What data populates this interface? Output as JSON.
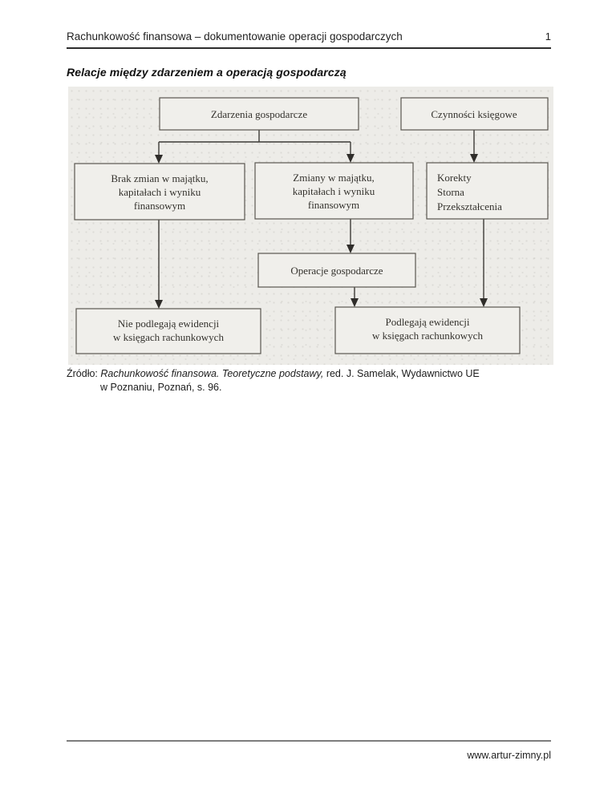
{
  "header": {
    "title": "Rachunkowość finansowa – dokumentowanie operacji gospodarczych",
    "page_number": "1"
  },
  "section_title": "Relacje między zdarzeniem a operacją gospodarczą",
  "diagram": {
    "nodes": {
      "zdarzenia": {
        "label": "Zdarzenia gospodarcze"
      },
      "czynnosci": {
        "label": "Czynności księgowe"
      },
      "brak": {
        "lines": [
          "Brak zmian w majątku,",
          "kapitałach i wyniku",
          "finansowym"
        ]
      },
      "zmiany": {
        "lines": [
          "Zmiany w majątku,",
          "kapitałach i wyniku",
          "finansowym"
        ]
      },
      "korekty": {
        "lines": [
          "Korekty",
          "Storna",
          "Przekształcenia"
        ]
      },
      "operacje": {
        "label": "Operacje gospodarcze"
      },
      "nie_podlegaja": {
        "lines": [
          "Nie podlegają ewidencji",
          "w księgach rachunkowych"
        ]
      },
      "podlegaja": {
        "lines": [
          "Podlegają ewidencji",
          "w księgach rachunkowych"
        ]
      }
    },
    "colors": {
      "scan_background": "#edece8",
      "box_border": "#59564f",
      "connector": "#3d3b37",
      "text": "#34322d"
    }
  },
  "source": {
    "prefix": "Źródło:",
    "cited_work_italic": "Rachunkowość finansowa. Teoretyczne podstawy,",
    "rest": "red. J. Samelak, Wydawnictwo UE",
    "line2": "w Poznaniu, Poznań, s. 96."
  },
  "footer": {
    "url": "www.artur-zimny.pl"
  }
}
